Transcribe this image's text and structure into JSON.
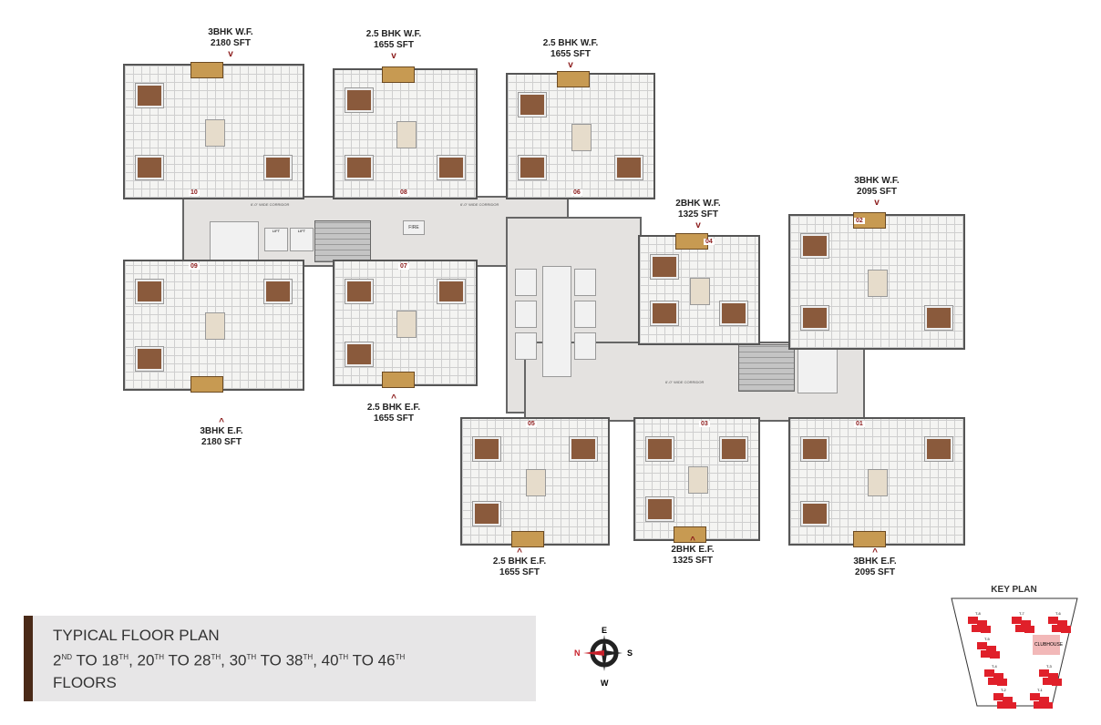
{
  "units": [
    {
      "id": "10",
      "type": "3BHK W.F.",
      "area": "2180 SFT"
    },
    {
      "id": "08",
      "type": "2.5 BHK W.F.",
      "area": "1655 SFT"
    },
    {
      "id": "06",
      "type": "2.5 BHK W.F.",
      "area": "1655 SFT"
    },
    {
      "id": "04",
      "type": "2BHK W.F.",
      "area": "1325 SFT"
    },
    {
      "id": "02",
      "type": "3BHK W.F.",
      "area": "2095 SFT"
    },
    {
      "id": "09",
      "type": "3BHK E.F.",
      "area": "2180 SFT"
    },
    {
      "id": "07",
      "type": "2.5 BHK E.F.",
      "area": "1655 SFT"
    },
    {
      "id": "05",
      "type": "2.5 BHK E.F.",
      "area": "1655 SFT"
    },
    {
      "id": "03",
      "type": "2BHK E.F.",
      "area": "1325 SFT"
    },
    {
      "id": "01",
      "type": "3BHK E.F.",
      "area": "2095 SFT"
    }
  ],
  "core": {
    "corridor": "6'-0\" WIDE CORRIDOR",
    "lift": "LIFT",
    "fire": "FIRE"
  },
  "title": {
    "line1": "TYPICAL FLOOR PLAN",
    "floors": [
      [
        "2",
        "ND",
        " TO 18",
        "TH",
        ", 20",
        "TH",
        " TO 28",
        "TH",
        ", 30",
        "TH",
        " TO 38",
        "TH",
        ", 40",
        "TH",
        " TO 46",
        "TH"
      ]
    ],
    "line3": "FLOORS"
  },
  "compass": {
    "n": "N",
    "e": "E",
    "s": "S",
    "w": "W",
    "north_color": "#c8202a"
  },
  "key_plan": {
    "title": "KEY PLAN",
    "clubhouse": "CLUBHOUSE",
    "towers": [
      "T-8",
      "T-7",
      "T-6",
      "T-5",
      "T-4",
      "T-3",
      "T-2",
      "T-1"
    ],
    "highlight_color": "#e0202a"
  },
  "colors": {
    "accent": "#4a2a18",
    "arrow": "#8b1a1a"
  }
}
